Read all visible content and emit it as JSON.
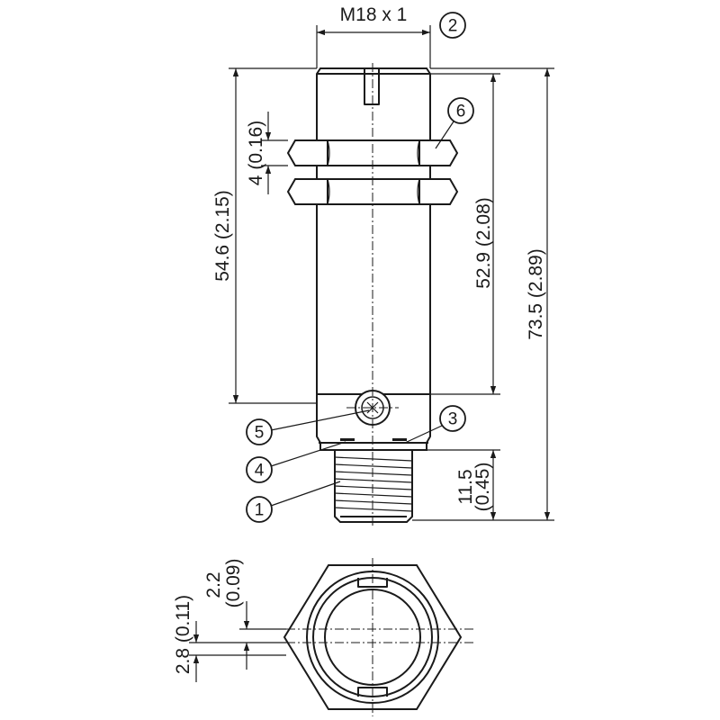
{
  "dimensions": {
    "thread": "M18 x 1",
    "nut_thickness": "4 (0.16)",
    "housing_length": "54.6 (2.15)",
    "thread_length": "52.9 (2.08)",
    "overall_length": "73.5 (2.89)",
    "connector_length_mm": "11.5",
    "connector_length_in": "(0.45)",
    "top_offset_mm": "2.2",
    "top_offset_in": "(0.09)",
    "bottom_offset": "2.8 (0.11)"
  },
  "callouts": [
    "1",
    "2",
    "3",
    "4",
    "5",
    "6"
  ],
  "colors": {
    "line": "#1a1a1a",
    "background": "#ffffff"
  }
}
